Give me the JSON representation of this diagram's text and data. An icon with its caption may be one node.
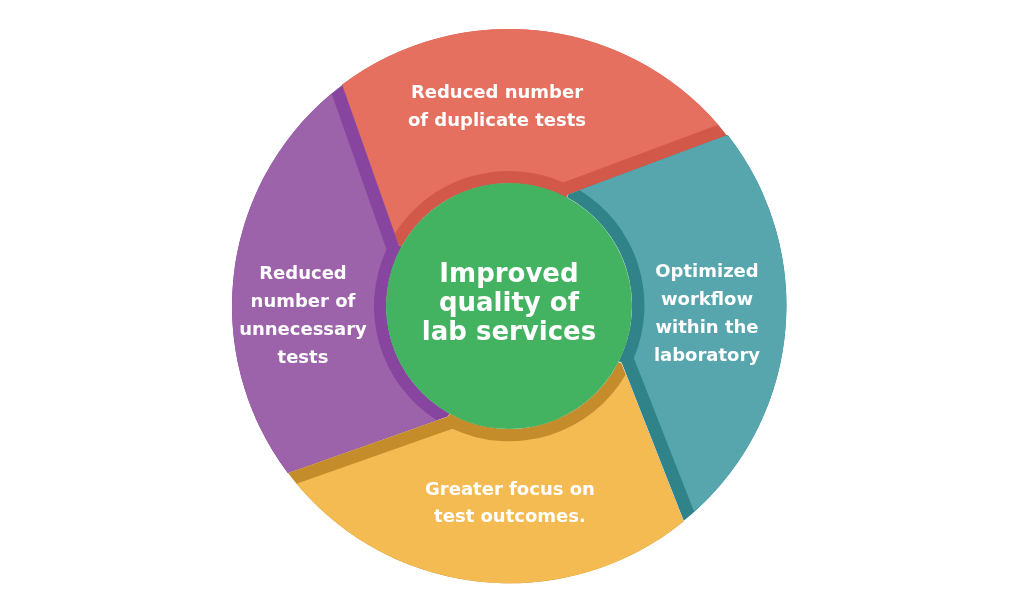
{
  "diagram": {
    "nodes": [
      {
        "text": [
          "Reduced number of duplicate tests"
        ]
      },
      {
        "text": [
          "Reduced number of unnecessary tests"
        ]
      },
      {
        "text": [
          "Improved quality of lab services"
        ]
      },
      {
        "text": [
          "Optimized workflow within the laboratory"
        ]
      },
      {
        "text": [
          "Greater focus on test outcomes."
        ]
      }
    ]
  }
}
